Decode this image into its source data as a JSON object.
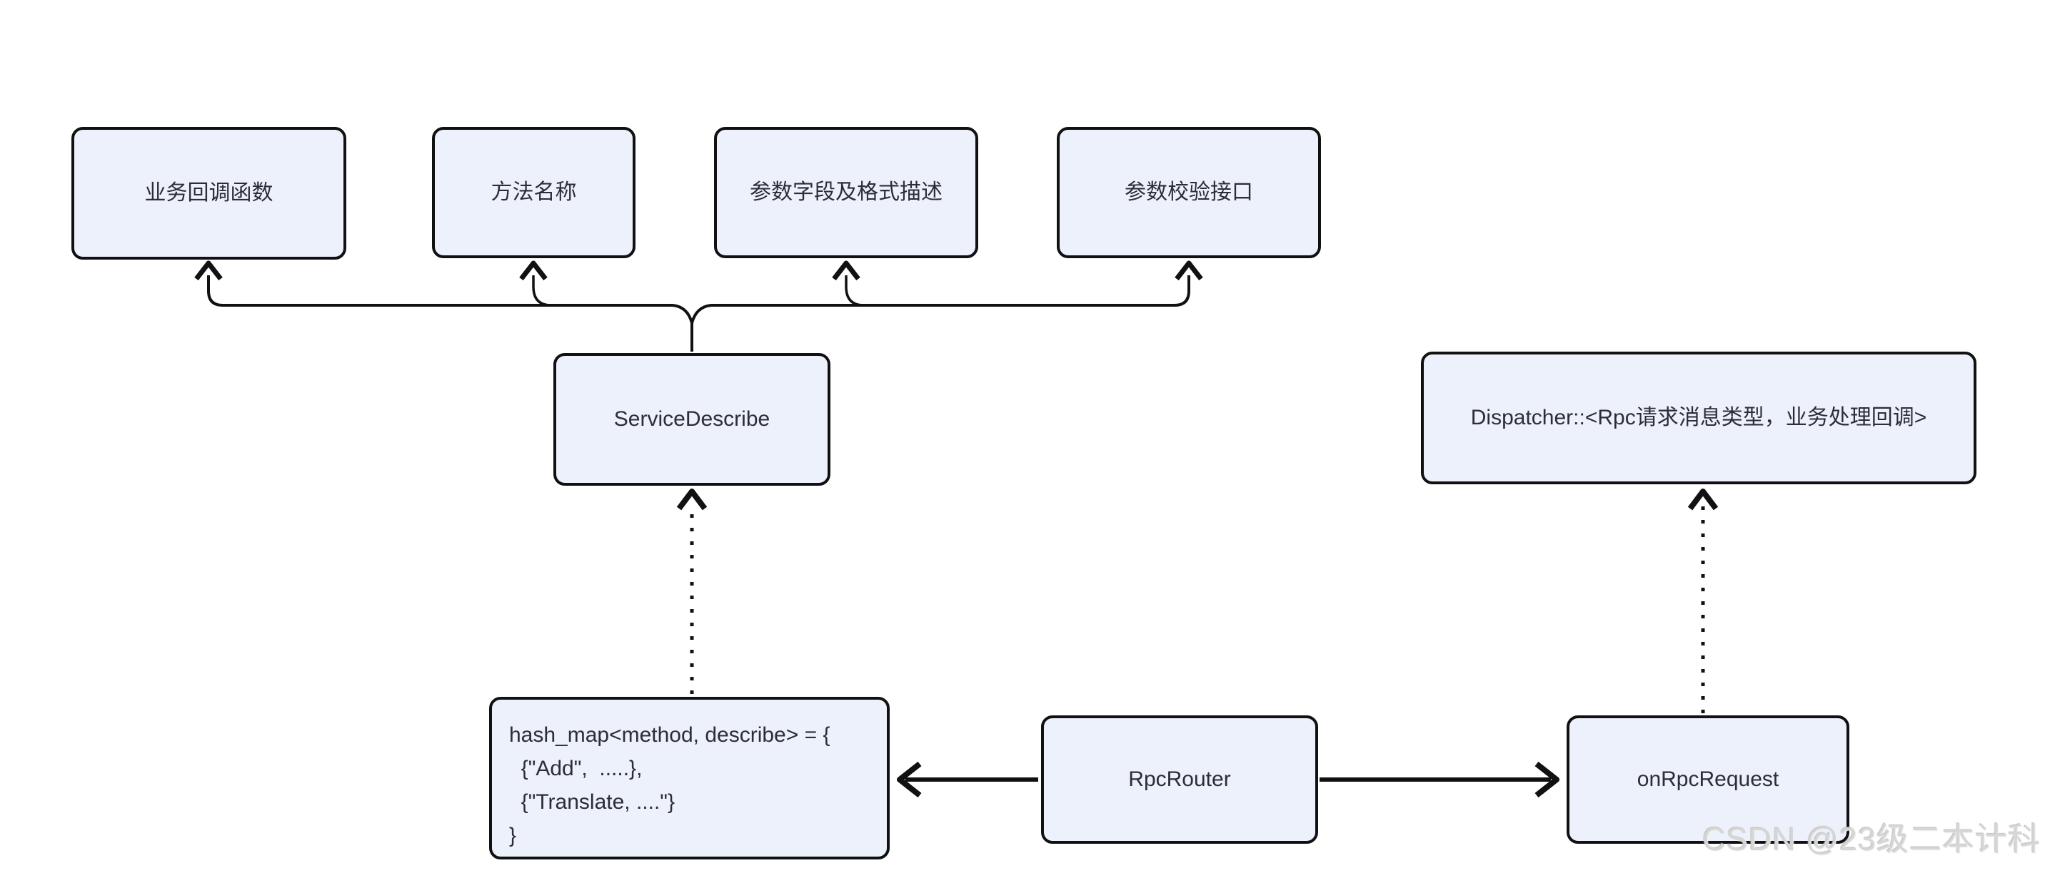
{
  "diagram": {
    "top_boxes": [
      {
        "label": "业务回调函数"
      },
      {
        "label": "方法名称"
      },
      {
        "label": "参数字段及格式描述"
      },
      {
        "label": "参数校验接口"
      }
    ],
    "service_describe": {
      "label": "ServiceDescribe"
    },
    "dispatcher": {
      "label": "Dispatcher::<Rpc请求消息类型，业务处理回调>"
    },
    "hashmap": {
      "lines": [
        "hash_map<method, describe> = {",
        "  {\"Add\",  .....},",
        "  {\"Translate, ....\"}",
        "}"
      ]
    },
    "rpc_router": {
      "label": "RpcRouter"
    },
    "on_rpc_request": {
      "label": "onRpcRequest"
    }
  },
  "watermark": "CSDN @23级二本计科",
  "colors": {
    "node_fill": "#edf1fb",
    "node_border": "#111111",
    "line": "#111111",
    "text": "#2d2d3a",
    "watermark": "#d6d6d6"
  }
}
